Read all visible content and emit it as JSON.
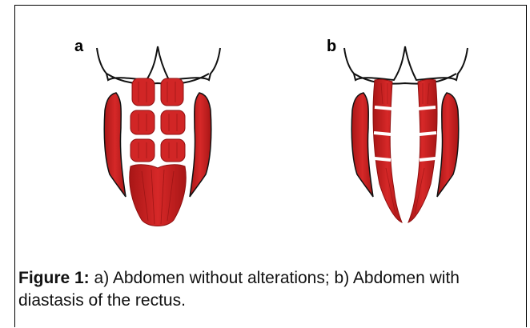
{
  "figure": {
    "panel_a_label": "a",
    "panel_b_label": "b",
    "caption_label": "Figure 1:",
    "caption_text": " a) Abdomen without alterations; b) Abdomen with diastasis of the rectus."
  },
  "colors": {
    "muscle": "#cc2020",
    "muscle_dark": "#9e1414",
    "outline": "#111111",
    "background": "#ffffff"
  }
}
